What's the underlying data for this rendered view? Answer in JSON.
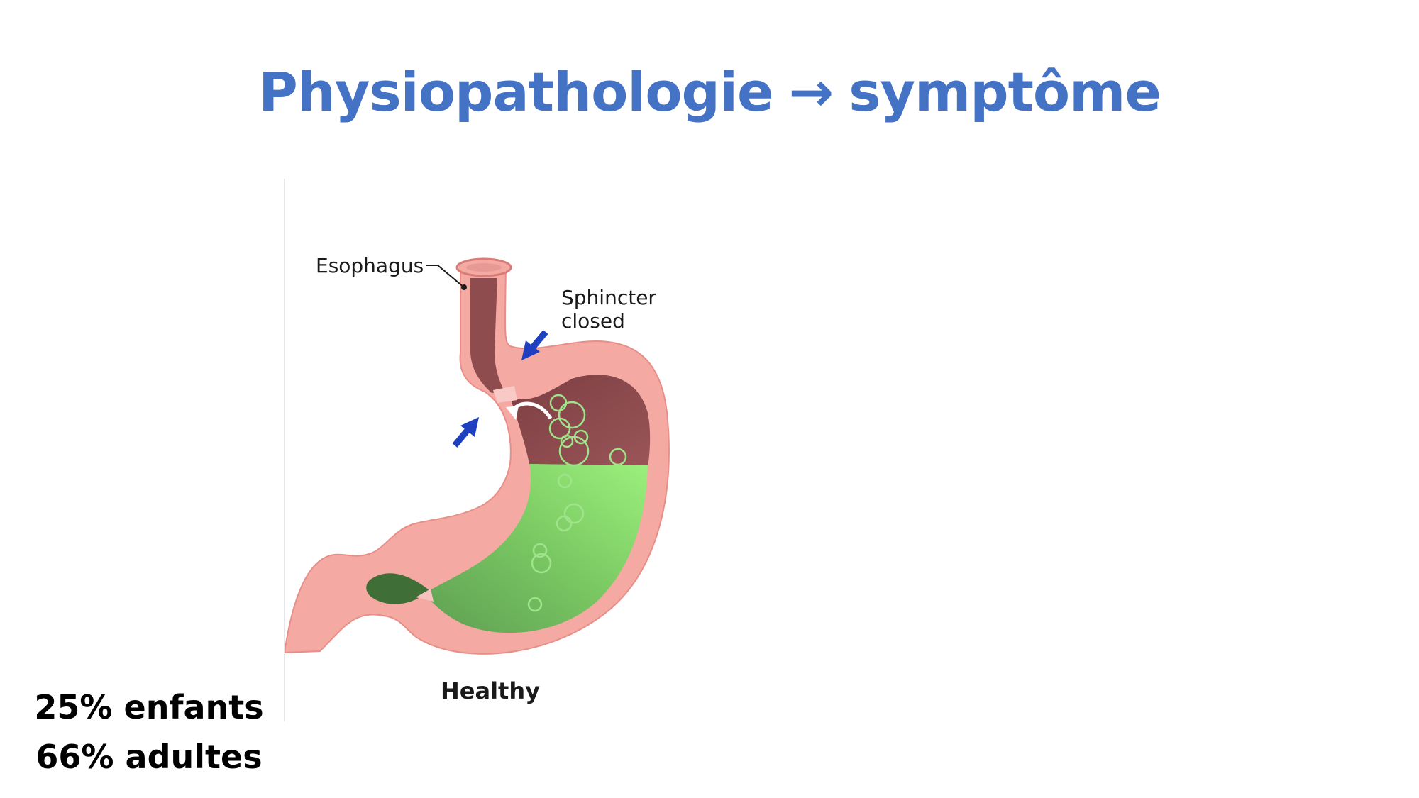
{
  "slide": {
    "title_left": "Physiopathologie",
    "title_arrow": "→",
    "title_right": "symptôme"
  },
  "figure": {
    "label_esophagus": "Esophagus",
    "label_sphincter_line1": "Sphincter",
    "label_sphincter_line2": "closed",
    "caption": "Healthy",
    "colors": {
      "wall": "#F4A9A3",
      "air": "#8E4C4E",
      "fluid": "#86E070",
      "arrows": "#1E3FC0"
    }
  },
  "stats": {
    "children": "25% enfants",
    "adults": "66% adultes"
  },
  "colors": {
    "title": "#4472C4"
  }
}
